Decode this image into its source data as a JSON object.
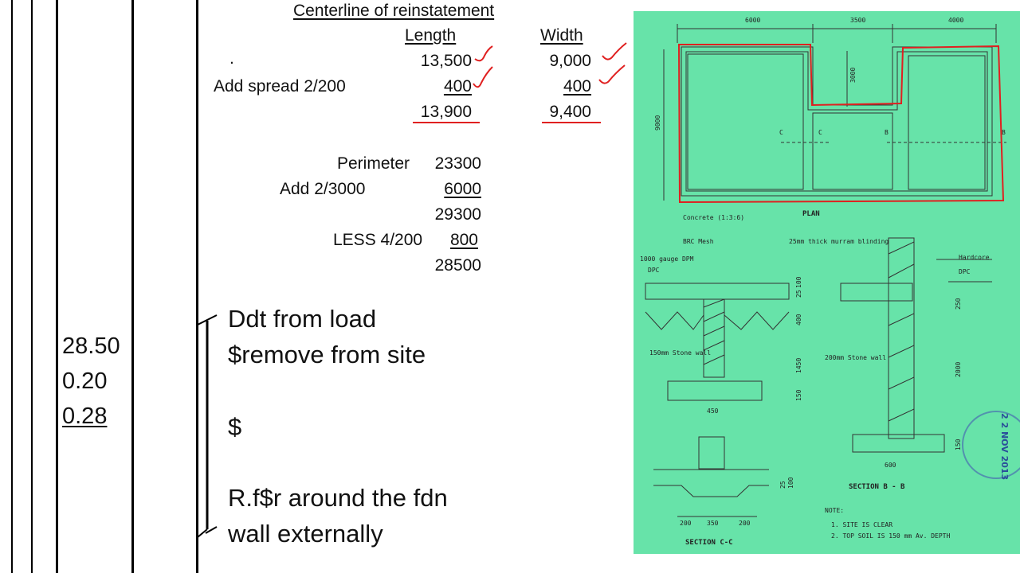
{
  "calc": {
    "title": "Centerline of reinstatement",
    "length_header": "Length",
    "width_header": "Width",
    "dot": ".",
    "row1": {
      "label": "",
      "length": "13,500",
      "width": "9,000"
    },
    "row2": {
      "label": "Add spread 2/200",
      "length": "400",
      "width": "400"
    },
    "row3": {
      "label": "",
      "length": "13,900",
      "width": "9,400"
    },
    "perimeter_label": "Perimeter",
    "perimeter_value": "23300",
    "add_label": "Add 2/3000",
    "add_value": "6000",
    "subtotal": "29300",
    "less_label": "LESS 4/200",
    "less_value": "800",
    "total": "28500"
  },
  "dimension": {
    "values": [
      "28.50",
      "0.20",
      "0.28"
    ]
  },
  "description": {
    "line1": "Ddt from load",
    "line2": "$remove from site",
    "line3": "$",
    "line4": "R.f$r around the fdn",
    "line5": "wall externally"
  },
  "drawing": {
    "dims_top": [
      "6000",
      "3500",
      "4000"
    ],
    "dim_left": "9000",
    "dim_mid": "3000",
    "section_markers": [
      "C",
      "C",
      "B",
      "B"
    ],
    "plan_label": "PLAN",
    "labels": {
      "concrete": "Concrete (1:3:6)",
      "brc": "BRC Mesh",
      "murram": "25mm thick murram blinding",
      "dpm": "1000 gauge DPM",
      "dpc": "DPC",
      "hardcore": "Hardcore",
      "dpc_right": "DPC",
      "stone150": "150mm Stone wall",
      "stone200": "200mm Stone wall"
    },
    "dims_section_c": [
      "450",
      "200",
      "350",
      "200"
    ],
    "dims_vertical": [
      "25",
      "100",
      "400",
      "1450",
      "150",
      "250",
      "2000",
      "150",
      "25",
      "100"
    ],
    "dim_600": "600",
    "section_c_label": "SECTION C-C",
    "section_b_label": "SECTION B - B",
    "note_title": "NOTE:",
    "notes": [
      "1. SITE IS CLEAR",
      "2. TOP SOIL IS 150 mm Av. DEPTH"
    ],
    "stamp": "2 2 NOV 2013"
  },
  "colors": {
    "drawing_bg": "#67e3a9",
    "markup": "#e02020",
    "rule": "#000000"
  }
}
